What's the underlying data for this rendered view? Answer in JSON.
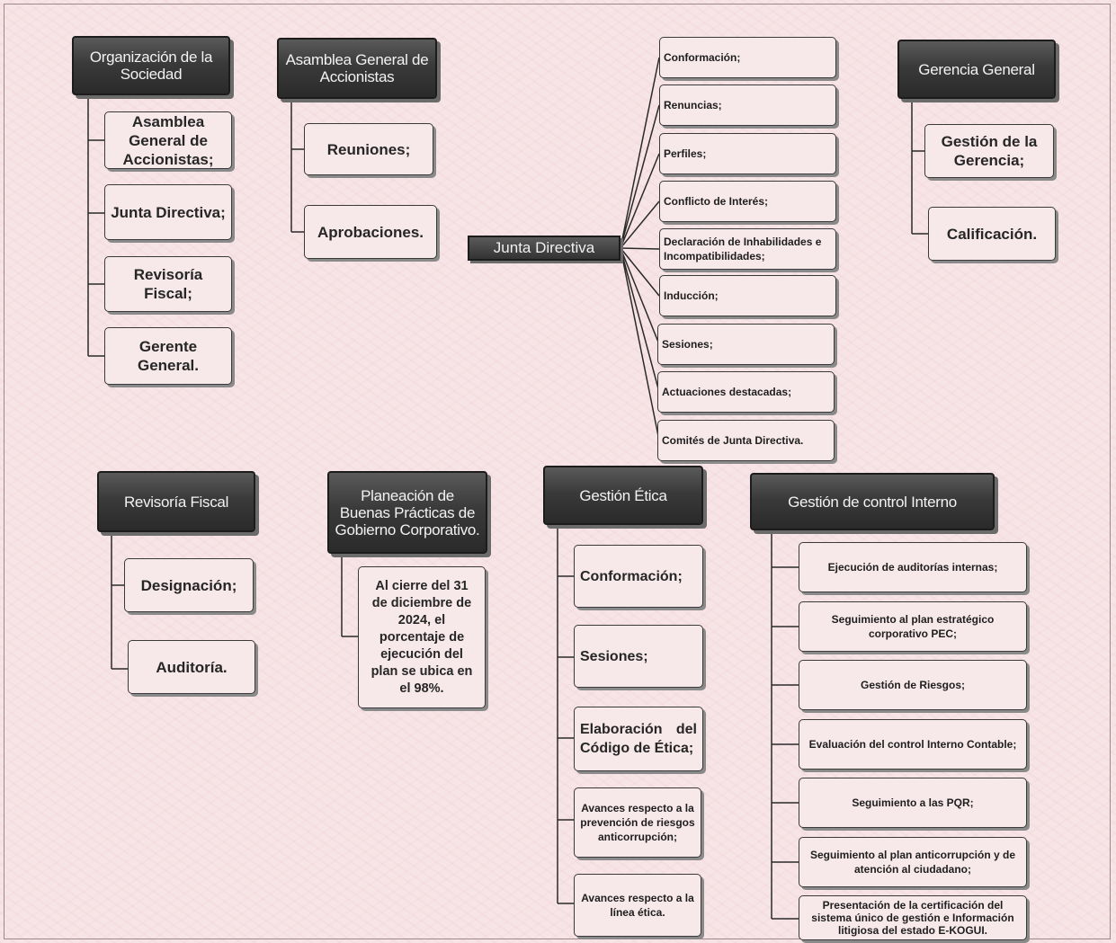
{
  "organizacion": {
    "title": "Organización de la Sociedad",
    "items": [
      "Asamblea General de Accionistas;",
      "Junta Directiva;",
      "Revisoría Fiscal;",
      "Gerente General."
    ]
  },
  "asamblea": {
    "title": "Asamblea General de Accionistas",
    "items": [
      "Reuniones;",
      "Aprobaciones."
    ]
  },
  "junta": {
    "title": "Junta Directiva",
    "items": [
      "Conformación;",
      "Renuncias;",
      "Perfiles;",
      "Conflicto de Interés;",
      "Declaración de Inhabilidades e Incompatibilidades;",
      "Inducción;",
      "Sesiones;",
      "Actuaciones destacadas;",
      "Comités de Junta Directiva."
    ]
  },
  "gerencia": {
    "title": "Gerencia General",
    "items": [
      "Gestión de la Gerencia;",
      "Calificación."
    ]
  },
  "revisoria": {
    "title": "Revisoría Fiscal",
    "items": [
      "Designación;",
      "Auditoría."
    ]
  },
  "planeacion": {
    "title": "Planeación de Buenas Prácticas de Gobierno Corporativo.",
    "items": [
      "Al cierre del 31 de diciembre de 2024, el porcentaje de ejecución del plan se ubica en el 98%."
    ]
  },
  "etica": {
    "title": "Gestión Ética",
    "items": [
      "Conformación;",
      "Sesiones;",
      "Elaboración del Código de Ética;",
      "Avances respecto a la prevención de riesgos anticorrupción;",
      "Avances respecto a la línea ética."
    ]
  },
  "control": {
    "title": "Gestión de control Interno",
    "items": [
      "Ejecución de auditorías internas;",
      "Seguimiento al plan estratégico corporativo PEC;",
      "Gestión de Riesgos;",
      "Evaluación del control Interno Contable;",
      "Seguimiento a las PQR;",
      "Seguimiento al plan anticorrupción y de atención al ciudadano;",
      "Presentación de la certificación del sistema único de gestión e Información litigiosa del estado E-KOGUI."
    ]
  }
}
